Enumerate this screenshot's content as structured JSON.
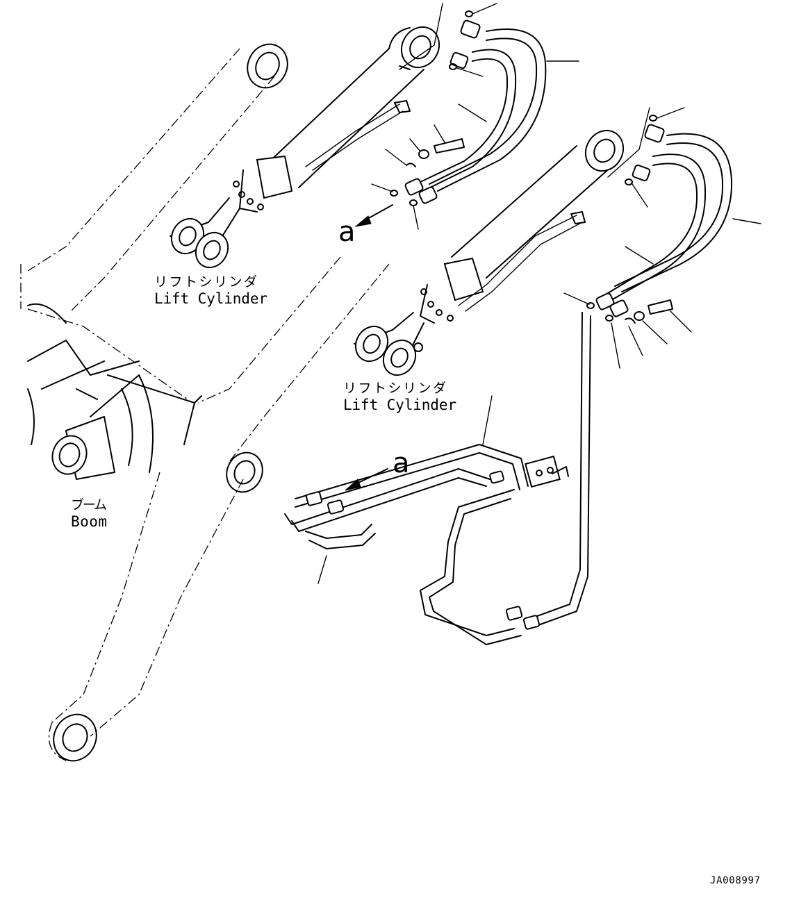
{
  "labels": {
    "lift_cylinder_1_jp": "リフトシリンダ",
    "lift_cylinder_1_en": "Lift Cylinder",
    "lift_cylinder_2_jp": "リフトシリンダ",
    "lift_cylinder_2_en": "Lift Cylinder",
    "boom_jp": "ブーム",
    "boom_en": "Boom",
    "view_callout_1": "a",
    "view_callout_2": "a",
    "drawing_code": "JA008997"
  }
}
